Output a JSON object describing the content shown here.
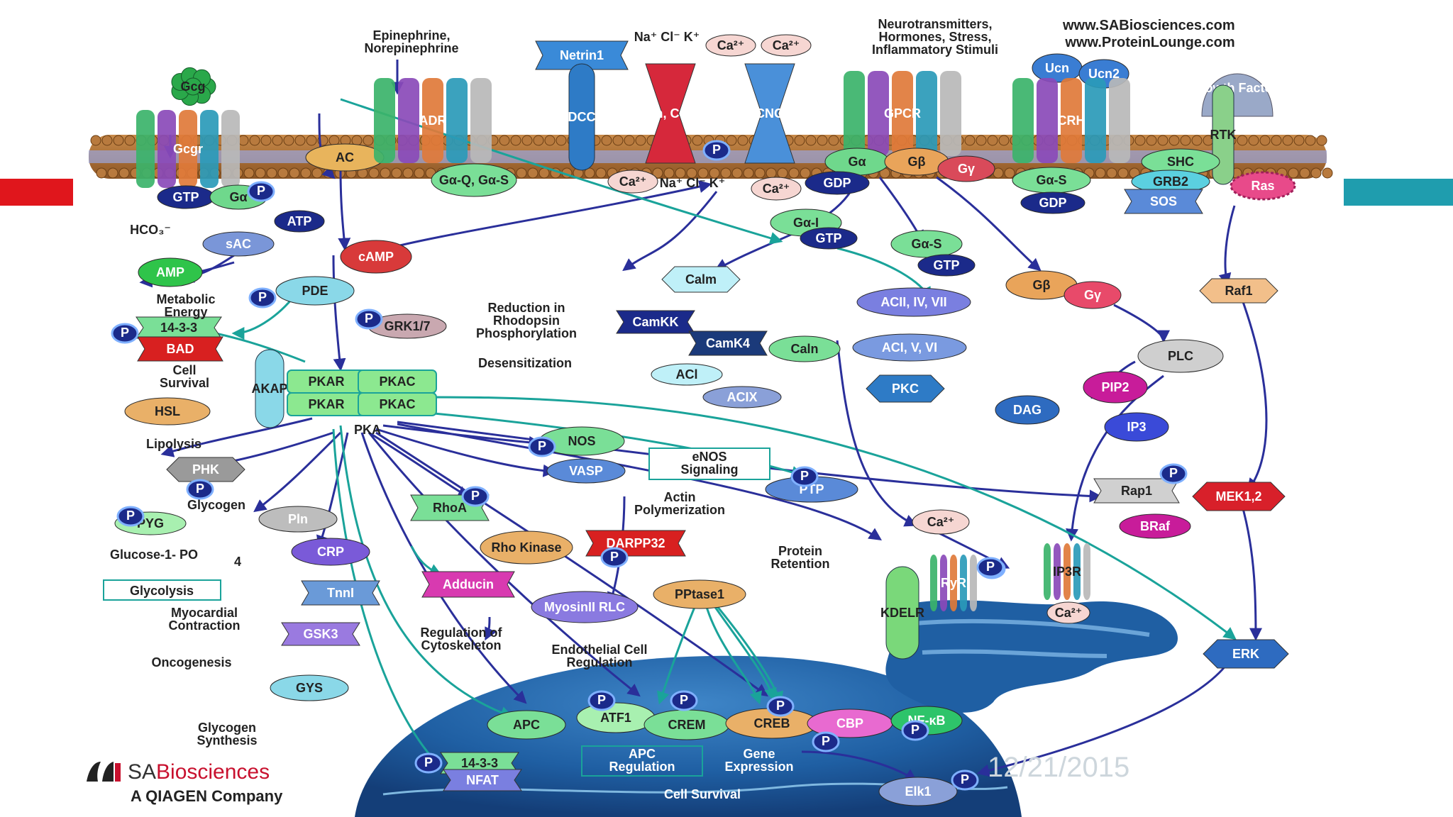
{
  "slide": {
    "date": "12/21/2015",
    "accent_colors": {
      "left_bar": "#e0161c",
      "right_bar": "#1f9dae"
    }
  },
  "credits": {
    "urls": [
      "www.SABiosciences.com",
      "www.ProteinLounge.com"
    ],
    "logo_prefix": "SA",
    "logo_main": "Biosciences",
    "logo_sub": "A QIAGEN Company",
    "logo_icon": "sabiosciences-logo-icon"
  },
  "diagram": {
    "nodes": {
      "gcg": "Gcg",
      "gcgr": "Gcgr",
      "gtp_left": "GTP",
      "galpha_left": "Gα",
      "ac": "AC",
      "adr": "ADR",
      "gaq_gas": "Gα-Q, Gα-S",
      "netrin1": "Netrin1",
      "dcc": "DCC",
      "scn_kcn": "SCn, KCn, CCn, CaCn",
      "cng": "CNG",
      "ca_top1": "Ca²⁺",
      "ca_top2": "Ca²⁺",
      "gpcr": "GPCR",
      "ga_right": "Gα",
      "gb_right": "Gβ",
      "gy_right": "Gγ",
      "gdp_right": "GDP",
      "ucn": "Ucn",
      "ucn2": "Ucn2",
      "crh": "CRH",
      "gas_right": "Gα-S",
      "gdp_right2": "GDP",
      "growth_factors": "Growth Factors",
      "rtk": "RTK",
      "shc": "SHC",
      "grb2": "GRB2",
      "sos": "SOS",
      "ras": "Ras",
      "hco3": "HCO₃⁻",
      "sac": "sAC",
      "atp": "ATP",
      "camp": "cAMP",
      "amp": "AMP",
      "pde": "PDE",
      "ca_mid1": "Ca²⁺",
      "ca_mid2": "Ca²⁺",
      "na_k_mid": "Na⁺ Cl⁻ K⁺",
      "na_k_top": "Na⁺ Cl⁻ K⁺",
      "gai": "Gα-I",
      "gtp_gai": "GTP",
      "gas_mid": "Gα-S",
      "gtp_gas": "GTP",
      "gb_mid": "Gβ",
      "gy_mid": "Gγ",
      "raf1": "Raf1",
      "calm": "Calm",
      "acii": "ACII, IV, VII",
      "aci": "ACI, V, VI",
      "camkk": "CamKK",
      "camk4": "CamK4",
      "acl": "ACl",
      "aclx": "ACIX",
      "caln": "Caln",
      "pkc": "PKC",
      "plc": "PLC",
      "pip2": "PIP2",
      "dag": "DAG",
      "ip3": "IP3",
      "grk1": "GRK1/7",
      "r1433": "14-3-3",
      "bad": "BAD",
      "hsl": "HSL",
      "akap": "AKAP",
      "pkar1": "PKAR",
      "pkac1": "PKAC",
      "pkar2": "PKAR",
      "pkac2": "PKAC",
      "pka": "PKA",
      "phk": "PHK",
      "pyg": "PYG",
      "pln": "Pln",
      "crp": "CRP",
      "tnni": "TnnI",
      "gsk3": "GSK3",
      "gys": "GYS",
      "nos": "NOS",
      "vasp": "VASP",
      "ptp": "PTP",
      "rap1": "Rap1",
      "mek": "MEK1,2",
      "braf": "BRaf",
      "ca_er": "Ca²⁺",
      "rhoa": "RhoA",
      "rho_kinase": "Rho Kinase",
      "darpp": "DARPP32",
      "adducin": "Adducin",
      "myosin": "MyosinII RLC",
      "pptase": "PPtase1",
      "kdelr": "KDELR",
      "ryr": "RyR",
      "ip3r": "IP3R",
      "ca_ip3r": "Ca²⁺",
      "erk": "ERK",
      "apc": "APC",
      "atf1": "ATF1",
      "crem": "CREM",
      "creb": "CREB",
      "cbp": "CBP",
      "nfkb": "NF-κB",
      "n1433_nuc": "14-3-3",
      "nfat": "NFAT",
      "elk1": "Elk1",
      "p": "P"
    },
    "labels": {
      "epinephrine": "Epinephrine,",
      "norepinephrine": "Norepinephrine",
      "neuro1": "Neurotransmitters,",
      "neuro2": "Hormones, Stress,",
      "neuro3": "Inflammatory Stimuli",
      "metabolic1": "Metabolic",
      "metabolic2": "Energy",
      "cell_survival1": "Cell",
      "cell_survival2": "Survival",
      "lipolysis": "Lipolysis",
      "glycogen": "Glycogen",
      "glucose": "Glucose-1- PO",
      "glucose_sub": "4",
      "glycolysis": "Glycolysis",
      "myocardial1": "Myocardial",
      "myocardial2": "Contraction",
      "oncogenesis": "Oncogenesis",
      "glycogen_syn1": "Glycogen",
      "glycogen_syn2": "Synthesis",
      "reduction1": "Reduction in",
      "reduction2": "Rhodopsin",
      "reduction3": "Phosphorylation",
      "desensitization": "Desensitization",
      "enos1": "eNOS",
      "enos2": "Signaling",
      "actin1": "Actin",
      "actin2": "Polymerization",
      "protein1": "Protein",
      "protein2": "Retention",
      "cytoskeleton1": "Regulation of",
      "cytoskeleton2": "Cytoskeleton",
      "endothelial1": "Endothelial Cell",
      "endothelial2": "Regulation",
      "apc_reg1": "APC",
      "apc_reg2": "Regulation",
      "gene1": "Gene",
      "gene2": "Expression",
      "cell_survival_nuc": "Cell Survival"
    }
  }
}
